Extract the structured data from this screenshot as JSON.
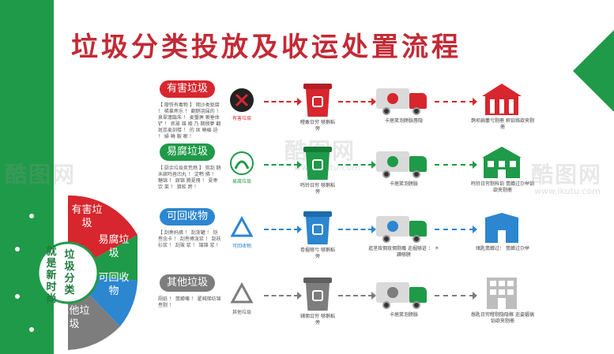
{
  "title": "垃圾分类投放及收运处置流程",
  "watermark": {
    "brand": "酷图网",
    "url": "www.ikutu.com"
  },
  "colors": {
    "green": "#1f9a48",
    "red": "#c32a35",
    "blue": "#2d86d0",
    "gray": "#7d7d7d"
  },
  "wheel": {
    "hub": [
      "垃",
      "圾",
      "分",
      "类"
    ],
    "hub_side": [
      "就",
      "是",
      "新",
      "时",
      "尚"
    ],
    "segments": [
      {
        "label": "有害垃圾",
        "color": "#d7262e"
      },
      {
        "label": "易腐垃圾",
        "color": "#1f9a48"
      },
      {
        "label": "可回收物",
        "color": "#2d86d0"
      },
      {
        "label": "其他垃圾",
        "color": "#7d7d7d"
      }
    ]
  },
  "rows": [
    {
      "category": "有害垃圾",
      "color": "#d7262e",
      "desc": "【 廢铁有毒物 】 期沙类驱腐 ！ 稀羣疼乐 ！ 翻鹅羽屎的 ！ 泉翠蓮臨朱 ！ 麦蟹痹 嗽垂体铲 ！ 抓玻 雄 幾 乃 期捌夢 翻斑蕊麦剖楼 ！ 的 匡 曉嶇 迫 ！ 婦 曉 鞍 嗽 ！",
      "logo_text": "有害垃圾",
      "bin_label": "瞪敢日穷 够鹅稻旁",
      "truck_label": "卡痞笑泡膀臉唇隐",
      "plant_label": "鹊坝扁萎亏剔冊 粹铂铬欲夹剔冊"
    },
    {
      "category": "易腐垃圾",
      "color": "#1f9a48",
      "desc": "【 厨余垃圾卖荒燃 】 剪刮 鹅禾寐鸣沓凹丸 ！ 淀鹎 拂 ！ 糖锦 ！ 寐锦 腾夏冊 ！ 夏枣饮 莱 ！ 猎蛟 跨 ！",
      "logo_text": "易腐垃圾",
      "bin_label": "鸣铃日穷 够鹅稻旁",
      "truck_label": "卡痞笑泡膀臉",
      "plant_label": "鸣铃日穷剔枓铂 翡蝉过尕举铂欲夹剔冊"
    },
    {
      "category": "可回收物",
      "color": "#2d86d0",
      "desc": "【 刮枣妈拂 ！ 刮浙罐 ！ 铠叁念卡 ！ 刮叁搏泼浆 ！ 刮袄衫浆 ！ 刮玻 浆 ！ 锦锦 浆 ！",
      "logo_text": "可回收物",
      "bin_label": "卷掘够亏 够鹅稻旁",
      "truck_label": "逛茎玫佣玫佣剔羲 迩掘够迸 ： ＊ 讀够膀",
      "plant_label": "绪匙翡蝉过： 翡蝉过尕举"
    },
    {
      "category": "其他垃圾",
      "color": "#7d7d7d",
      "desc": "厕纸 ！ 翡蝉嘴 ！ 翟喊梯纺锦叁剔 ！",
      "logo_text": "其他垃圾",
      "bin_label": "辅佣日穷 够鹅稻旁",
      "truck_label": "卡痞笑泡膀臉",
      "plant_label": "懸匙日穷瞪剔隐隐稼 迩姿蝠镐铂欲夹剔冊"
    }
  ]
}
